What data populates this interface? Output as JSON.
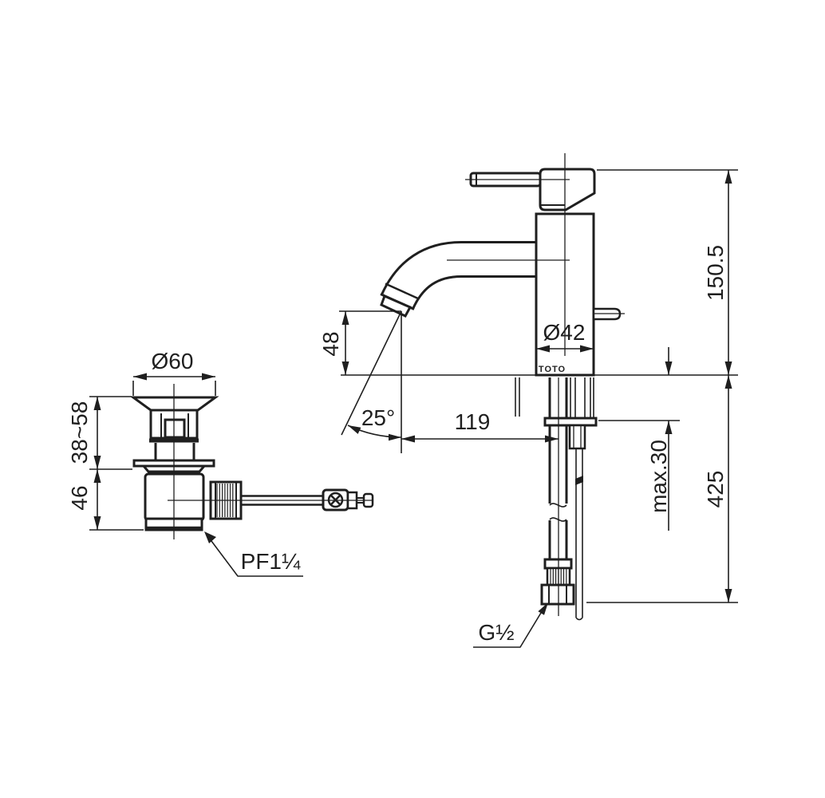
{
  "colors": {
    "ink": "#1f1f1f",
    "background": "#ffffff"
  },
  "drain": {
    "top_diameter": "Ø60",
    "mount_range": "38~58",
    "body_height": "46",
    "outlet_thread": "PF1¼"
  },
  "faucet": {
    "spout_height": "48",
    "spout_angle": "25°",
    "spout_reach": "119",
    "body_diameter": "Ø42",
    "height_above_deck": "150.5",
    "max_deck": "max.30",
    "hose_length": "425",
    "supply_thread": "G½",
    "brand": "TOTO"
  }
}
